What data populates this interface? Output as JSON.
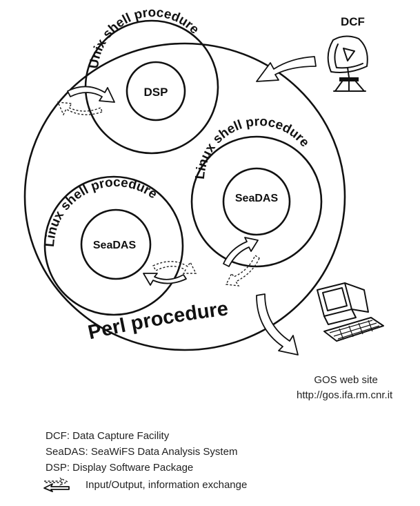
{
  "outer": {
    "label": "Perl procedure"
  },
  "unix_circle": {
    "label": "Unix shell procedure",
    "inner": "DSP"
  },
  "linux_circle_right": {
    "label": "Linux shell procedure",
    "inner": "SeaDAS"
  },
  "linux_circle_left": {
    "label": "Linux shell procedure",
    "inner": "SeaDAS"
  },
  "dcf": {
    "label": "DCF",
    "icon": "satellite-dish-icon"
  },
  "website": {
    "title": "GOS web site",
    "url": "http://gos.ifa.rm.cnr.it",
    "icon": "computer-icon"
  },
  "legend": {
    "dcf": "DCF: Data Capture Facility",
    "seadas": "SeaDAS: SeaWiFS Data Analysis System",
    "dsp": "DSP: Display Software Package",
    "io": "Input/Output, information exchange"
  }
}
